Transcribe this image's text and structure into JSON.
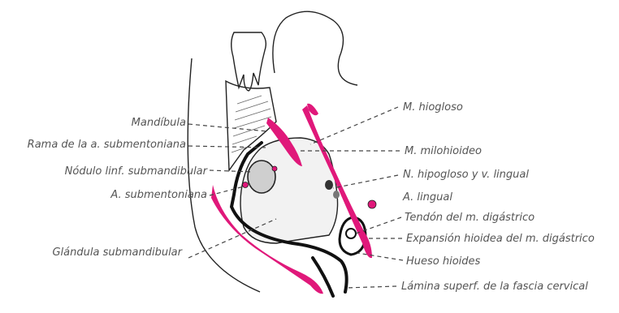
{
  "labels": {
    "mandibula": "Mandíbula",
    "rama_submentoniana": "Rama de la a. submentoniana",
    "nodulo_linf": "Nódulo linf. submandibular",
    "a_submentoniana": "A. submentoniana",
    "glandula": "Glándula submandibular",
    "hiogloso": "M. hiogloso",
    "milohioideo": "M. milohioideo",
    "hipogloso": "N. hipogloso y v. lingual",
    "a_lingual": "A. lingual",
    "tendon": "Tendón del m. digástrico",
    "expansion": "Expansión hioidea del m. digástrico",
    "hueso_hioides": "Hueso hioides",
    "lamina": "Lámina superf. de la fascia cervical"
  },
  "colors": {
    "muscle": "#e0187a",
    "label_text": "#555555",
    "outline": "#222222"
  }
}
